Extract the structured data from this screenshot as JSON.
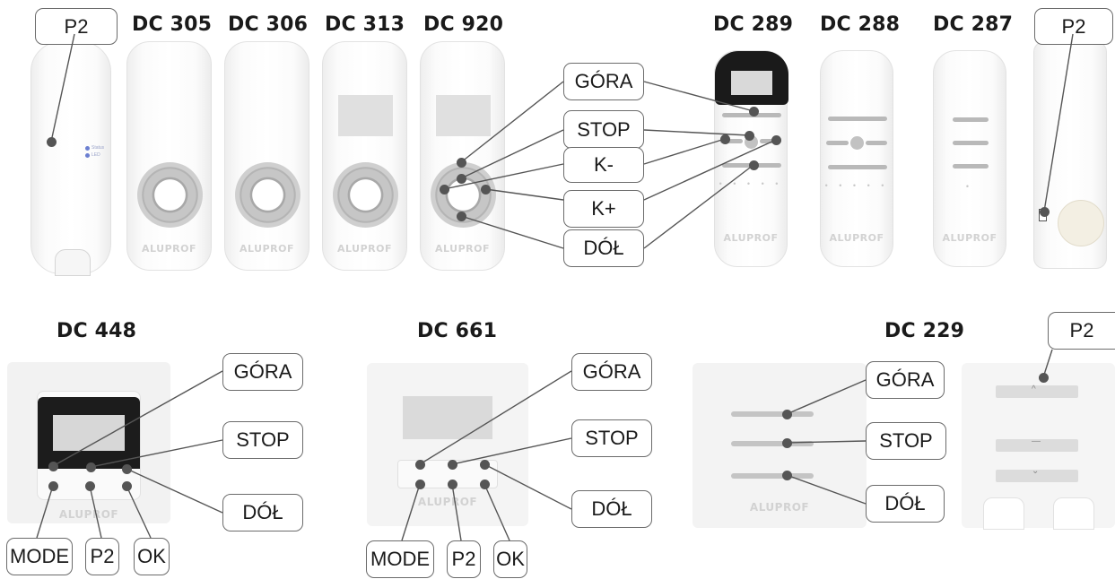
{
  "top_row": {
    "titles": [
      "DC 305",
      "DC 306",
      "DC 313",
      "DC 920",
      "DC 289",
      "DC 288",
      "DC 287"
    ],
    "p2_left": "P2",
    "p2_right": "P2",
    "callouts": [
      "GÓRA",
      "STOP",
      "K-",
      "K+",
      "DÓŁ"
    ],
    "brand": "ALUPROF",
    "hub_led_text": [
      "Status",
      "LED"
    ]
  },
  "dc448": {
    "title": "DC 448",
    "callouts": [
      "GÓRA",
      "STOP",
      "DÓŁ"
    ],
    "bottom": [
      "MODE",
      "P2",
      "OK"
    ],
    "brand": "ALUPROF"
  },
  "dc661": {
    "title": "DC 661",
    "callouts": [
      "GÓRA",
      "STOP",
      "DÓŁ"
    ],
    "bottom": [
      "MODE",
      "P2",
      "OK"
    ],
    "brand": "ALUPROF"
  },
  "dc229": {
    "title": "DC 229",
    "callouts": [
      "GÓRA",
      "STOP",
      "DÓŁ"
    ],
    "p2": "P2",
    "brand": "ALUPROF",
    "glyphs": [
      "^",
      "—",
      "⌄"
    ]
  }
}
